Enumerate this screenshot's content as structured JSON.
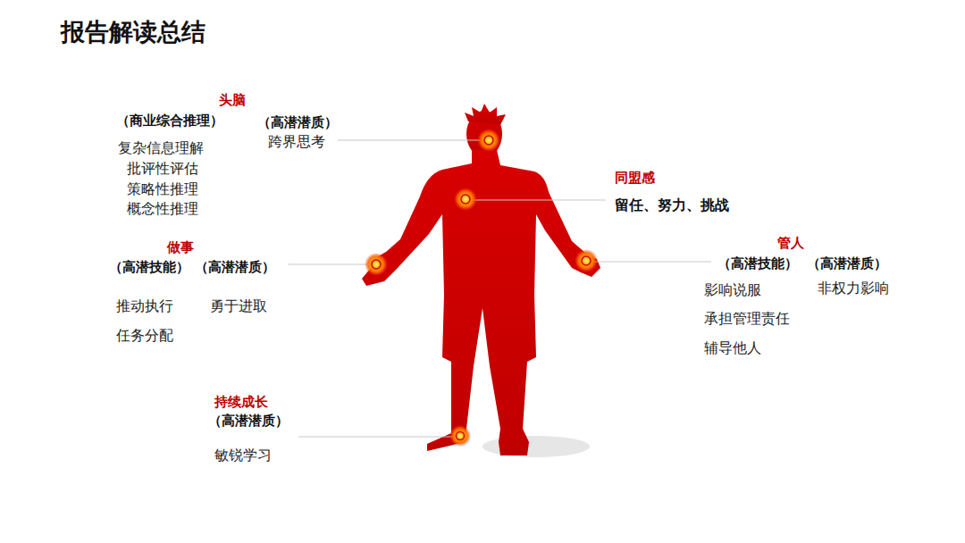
{
  "diagram": {
    "title": "报告解读总结",
    "labels": [
      "头脑",
      "（商业综合推理）",
      "（高潜潜质）",
      "复杂信息理解",
      "批评性评估",
      "策略性推理",
      "概念性推理",
      "跨界思考",
      "同盟感",
      "留任、努力、挑战",
      "做事",
      "（高潜技能）",
      "（高潜潜质）",
      "推动执行",
      "任务分配",
      "勇于进取",
      "管人",
      "（高潜技能）",
      "（高潜潜质）",
      "影响说服",
      "承担管理责任",
      "辅导他人",
      "非权力影响",
      "持续成长",
      "（高潜潜质）",
      "敏锐学习"
    ]
  }
}
